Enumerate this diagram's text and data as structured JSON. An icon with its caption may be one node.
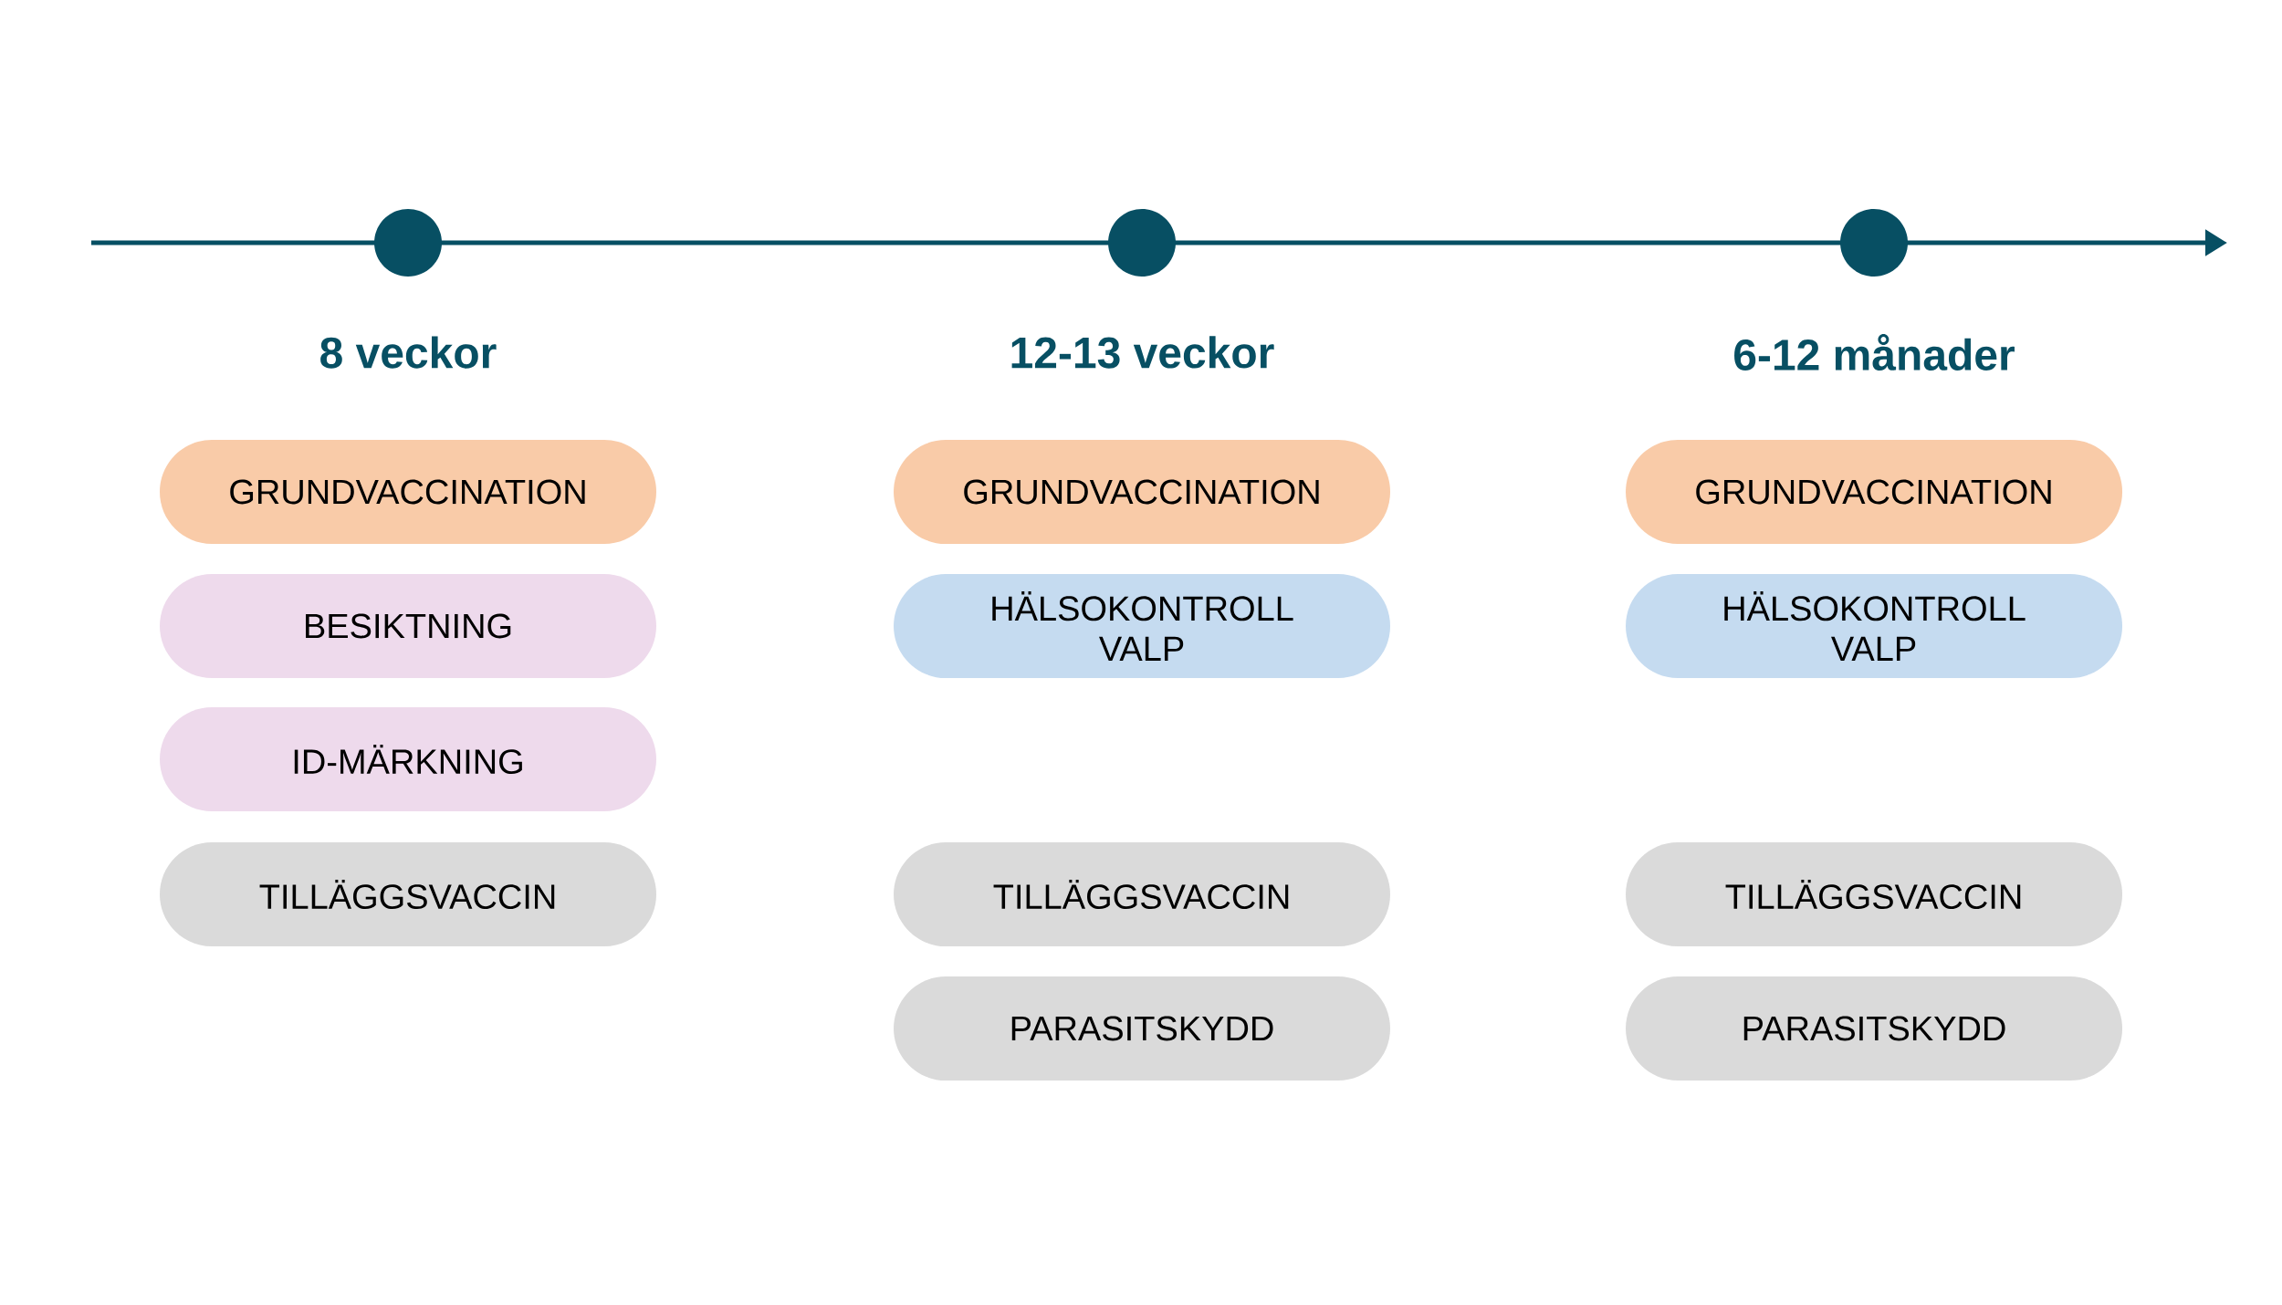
{
  "diagram": {
    "nodes": [
      {
        "text": [
          "GRUNDVACCINATION"
        ]
      },
      {
        "text": [
          "BESIKTNING"
        ]
      },
      {
        "text": [
          "ID-MÄRKNING"
        ]
      },
      {
        "text": [
          "TILLÄGGSVACCIN"
        ]
      },
      {
        "text": [
          "GRUNDVACCINATION"
        ]
      },
      {
        "text": [
          "HÄLSOKONTROLL VALP"
        ]
      },
      {
        "text": [
          "TILLÄGGSVACCIN"
        ]
      },
      {
        "text": [
          "PARASITSKYDD"
        ]
      },
      {
        "text": [
          "GRUNDVACCINATION"
        ]
      },
      {
        "text": [
          "HÄLSOKONTROLL VALP"
        ]
      },
      {
        "text": [
          "TILLÄGGSVACCIN"
        ]
      },
      {
        "text": [
          "PARASITSKYDD"
        ]
      }
    ],
    "labels": [
      "8 veckor",
      "12-13 veckor",
      "6-12 månader"
    ]
  }
}
